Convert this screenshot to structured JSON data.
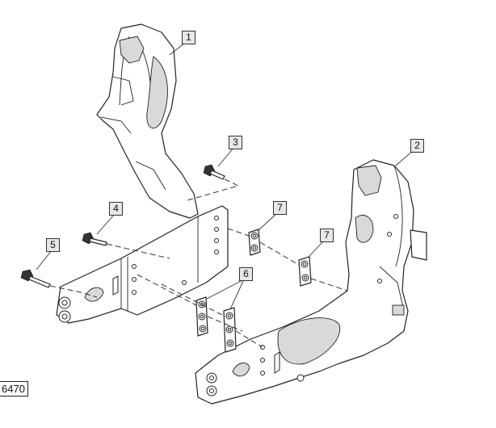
{
  "figure": {
    "id_label": "6470"
  },
  "callouts": [
    {
      "number": "1",
      "part": "left-frame-bracket"
    },
    {
      "number": "2",
      "part": "right-frame-bracket"
    },
    {
      "number": "3",
      "part": "bolt"
    },
    {
      "number": "4",
      "part": "bolt"
    },
    {
      "number": "5",
      "part": "bolt"
    },
    {
      "number": "6",
      "part": "splice-plate-three-hole"
    },
    {
      "number": "7",
      "part": "splice-plate-two-hole"
    },
    {
      "number": "7",
      "part": "splice-plate-two-hole"
    }
  ]
}
